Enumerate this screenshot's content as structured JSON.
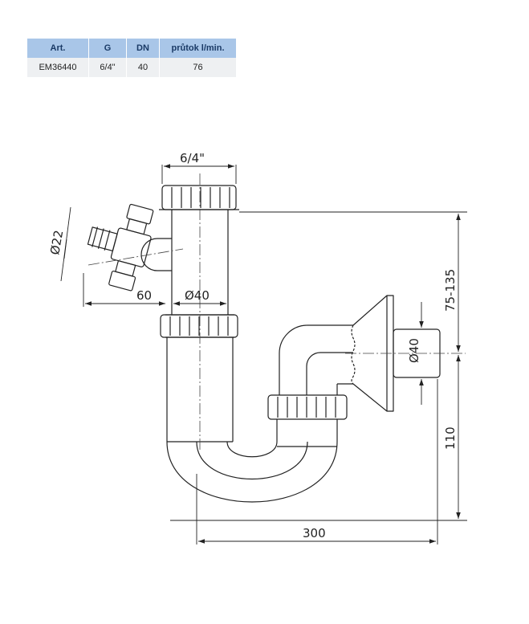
{
  "table": {
    "headers": [
      "Art.",
      "G",
      "DN",
      "průtok l/min."
    ],
    "row": [
      "EM36440",
      "6/4\"",
      "40",
      "76"
    ]
  },
  "dimensions": {
    "thread": "6/4\"",
    "hose_diameter": "Ø22",
    "side_offset": "60",
    "pipe_diameter_vertical": "Ø40",
    "pipe_diameter_outlet": "Ø40",
    "height_adjust": "75-135",
    "outlet_height": "110",
    "width": "300"
  },
  "colors": {
    "line": "#222222",
    "header_bg": "#a9c6e8",
    "cell_bg": "#eef0f2"
  }
}
